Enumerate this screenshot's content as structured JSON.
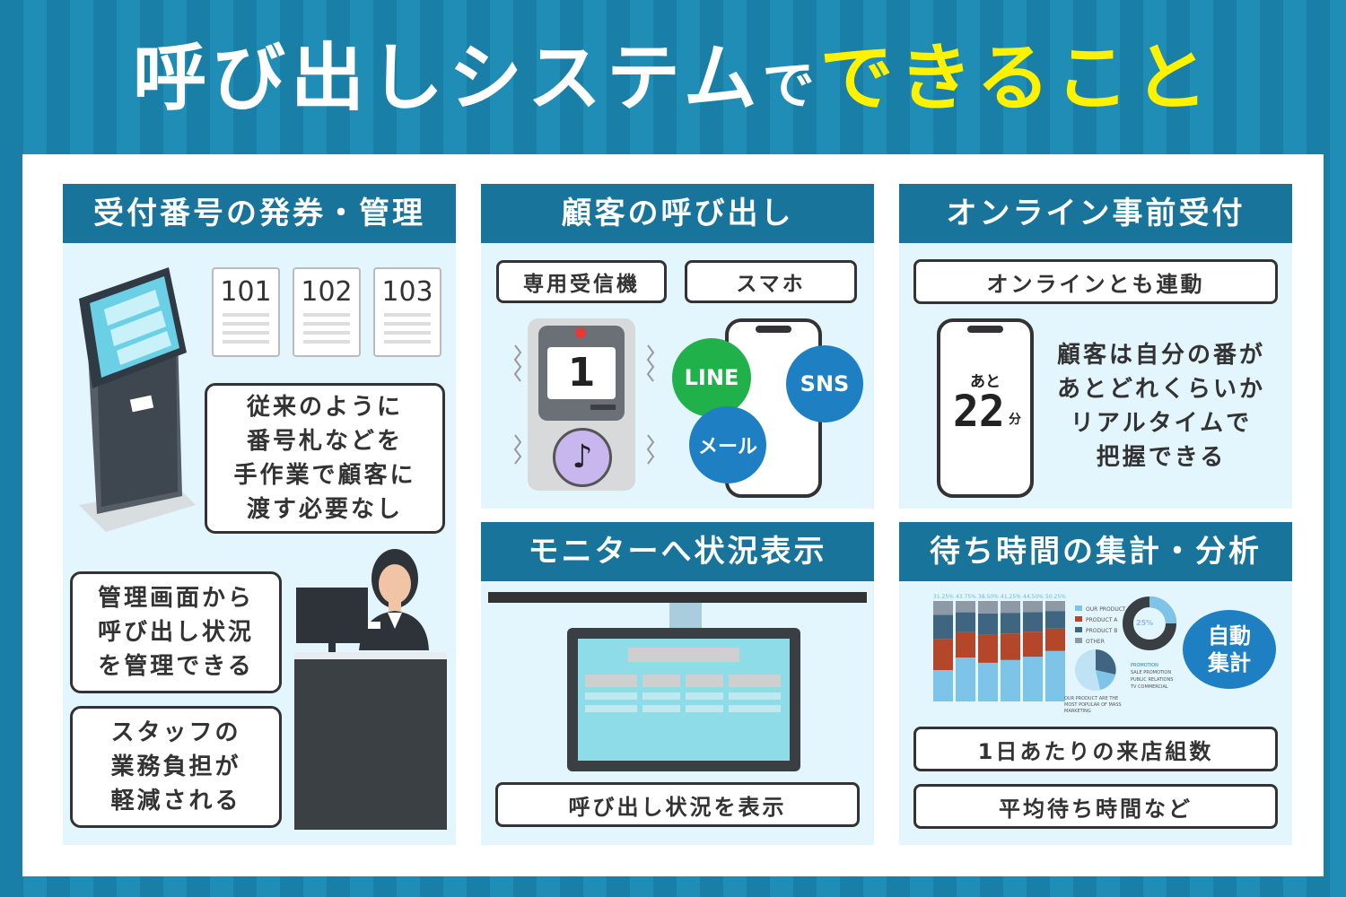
{
  "title": {
    "part1": "呼び出しシステム",
    "part2": "で",
    "part3": "できること"
  },
  "panels": {
    "issue": {
      "heading": "受付番号の発券・管理",
      "tickets": [
        "101",
        "102",
        "103"
      ],
      "box1": "従来のように\n番号札などを\n手作業で顧客に\n渡す必要なし",
      "box2": "管理画面から\n呼び出し状況\nを管理できる",
      "box3": "スタッフの\n業務負担が\n軽減される"
    },
    "call": {
      "heading": "顧客の呼び出し",
      "tag1": "専用受信機",
      "tag2": "スマホ",
      "receiver_number": "1",
      "note_icon": "♪",
      "bubbles": [
        "LINE",
        "SNS",
        "メール"
      ]
    },
    "online": {
      "heading": "オンライン事前受付",
      "tag": "オンラインとも連動",
      "phone_prefix": "あと",
      "phone_number": "22",
      "phone_unit": "分",
      "text": "顧客は自分の番が\nあとどれくらいか\nリアルタイムで\n把握できる"
    },
    "monitor": {
      "heading": "モニターへ状況表示",
      "caption": "呼び出し状況を表示"
    },
    "analysis": {
      "heading": "待ち時間の集計・分析",
      "bubble": "自動\n集計",
      "tag1": "1日あたりの来店組数",
      "tag2": "平均待ち時間など",
      "chart_data": {
        "type": "bar",
        "percent_labels": [
          "31.25%",
          "43.75%",
          "38.50%",
          "41.25%",
          "44.50%",
          "50.25%"
        ],
        "legend": [
          "OUR PRODUCT",
          "PRODUCT A",
          "PRODUCT B",
          "OTHER"
        ],
        "donut_label": "25%",
        "notes": [
          "PROMOTION",
          "SALE PROMOTION",
          "PUBLIC RELATIONS",
          "TV COMMERCIAL"
        ],
        "pie_caption": "OUR PRODUCT ARE THE MOST POPULAR OF MASS MARKETING"
      }
    }
  },
  "colors": {
    "accent": "#18749a",
    "yellow": "#fff200",
    "panel": "#e3f5fd",
    "line_green": "#21b14b",
    "blue": "#1e7fc3"
  }
}
